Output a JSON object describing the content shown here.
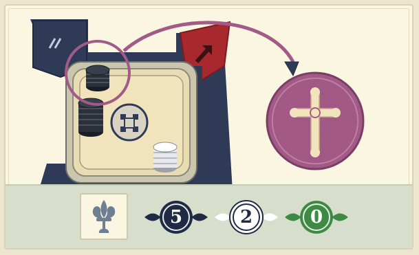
{
  "panel": {
    "counters": [
      {
        "color": "dark",
        "value": "5"
      },
      {
        "color": "white",
        "value": "2"
      },
      {
        "color": "green",
        "value": "0"
      }
    ],
    "emblem_icon": "fleur-de-lis-icon"
  },
  "board": {
    "stacks": [
      {
        "color": "black",
        "count": 4
      },
      {
        "color": "black",
        "count": 5
      },
      {
        "color": "white",
        "count": 3
      }
    ],
    "center_tile_icon": "castle-icon",
    "red_banner_icon": "arrow-up-right-icon",
    "left_marker": "roman-numeral-two-icon"
  },
  "target_token_icon": "cross-icon",
  "colors": {
    "navy": "#2f3a56",
    "crimson": "#a7282d",
    "magenta": "#a25a86",
    "board_tan": "#f1e3bc",
    "green": "#3e8a45",
    "sage": "#d7dfcc"
  }
}
